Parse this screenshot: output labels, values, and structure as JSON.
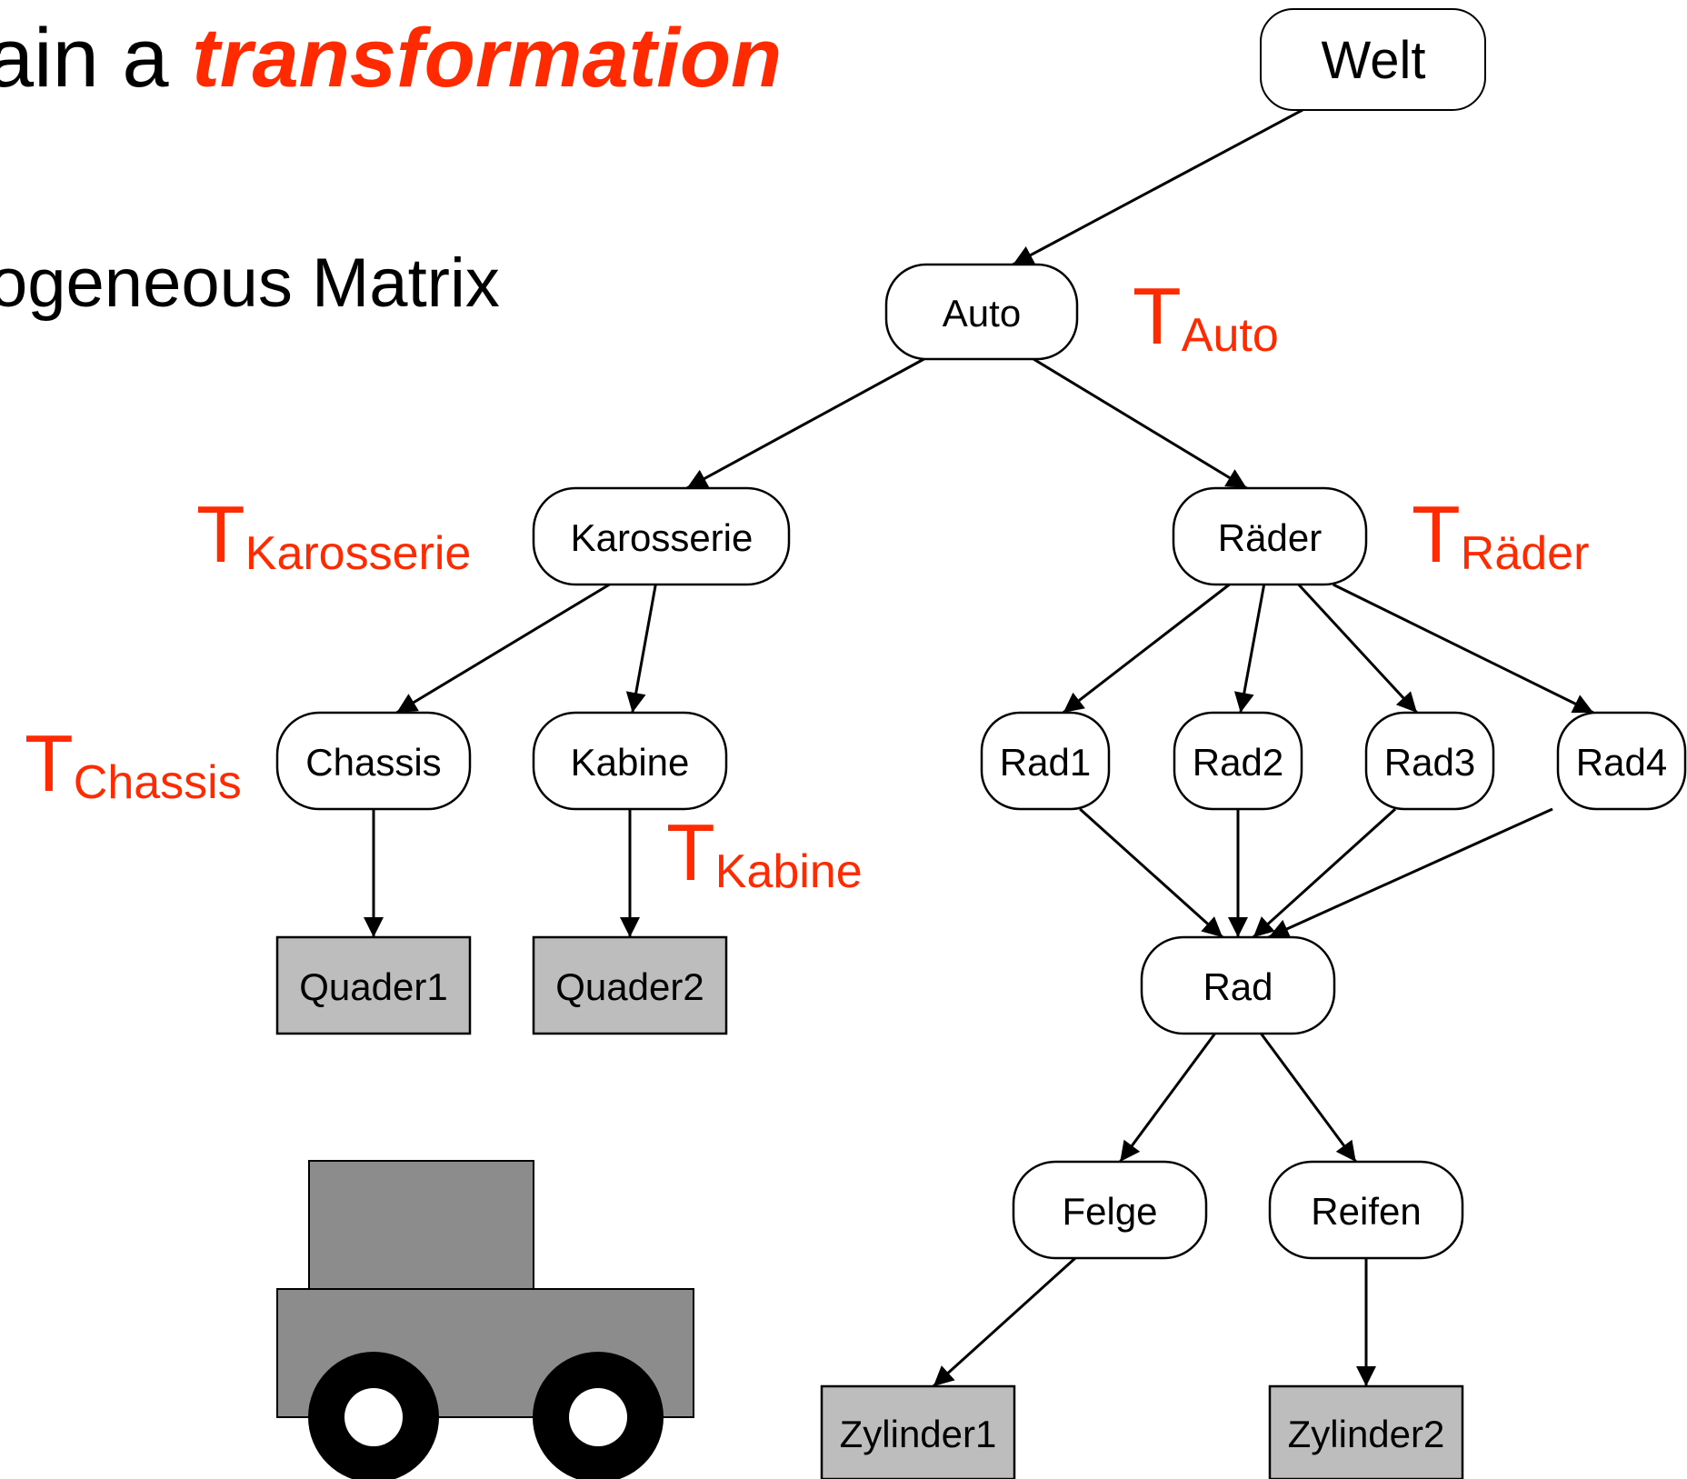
{
  "slide": {
    "title_prefix": "ain a ",
    "title_emphasis": "transformation",
    "bullet": "ogeneous Matrix"
  },
  "graph": {
    "nodes": {
      "welt": "Welt",
      "auto": "Auto",
      "karosserie": "Karosserie",
      "raeder": "Räder",
      "chassis": "Chassis",
      "kabine": "Kabine",
      "rad1": "Rad1",
      "rad2": "Rad2",
      "rad3": "Rad3",
      "rad4": "Rad4",
      "quader1": "Quader1",
      "quader2": "Quader2",
      "rad": "Rad",
      "felge": "Felge",
      "reifen": "Reifen",
      "zylinder1": "Zylinder1",
      "zylinder2": "Zylinder2"
    },
    "edges": [
      [
        "welt",
        "auto"
      ],
      [
        "auto",
        "karosserie"
      ],
      [
        "auto",
        "raeder"
      ],
      [
        "karosserie",
        "chassis"
      ],
      [
        "karosserie",
        "kabine"
      ],
      [
        "raeder",
        "rad1"
      ],
      [
        "raeder",
        "rad2"
      ],
      [
        "raeder",
        "rad3"
      ],
      [
        "raeder",
        "rad4"
      ],
      [
        "chassis",
        "quader1"
      ],
      [
        "kabine",
        "quader2"
      ],
      [
        "rad1",
        "rad"
      ],
      [
        "rad2",
        "rad"
      ],
      [
        "rad3",
        "rad"
      ],
      [
        "rad4",
        "rad"
      ],
      [
        "rad",
        "felge"
      ],
      [
        "rad",
        "reifen"
      ],
      [
        "felge",
        "zylinder1"
      ],
      [
        "reifen",
        "zylinder2"
      ]
    ],
    "transforms": {
      "auto": {
        "main": "T",
        "sub": "Auto"
      },
      "karosserie": {
        "main": "T",
        "sub": "Karosserie"
      },
      "raeder": {
        "main": "T",
        "sub": "Räder"
      },
      "chassis": {
        "main": "T",
        "sub": "Chassis"
      },
      "kabine": {
        "main": "T",
        "sub": "Kabine"
      }
    }
  },
  "colors": {
    "accent": "#ff2a00",
    "shape_fill": "#bdbdbd",
    "car_body": "#8c8c8c",
    "wheel": "#000000",
    "node_fill": "#ffffff"
  }
}
